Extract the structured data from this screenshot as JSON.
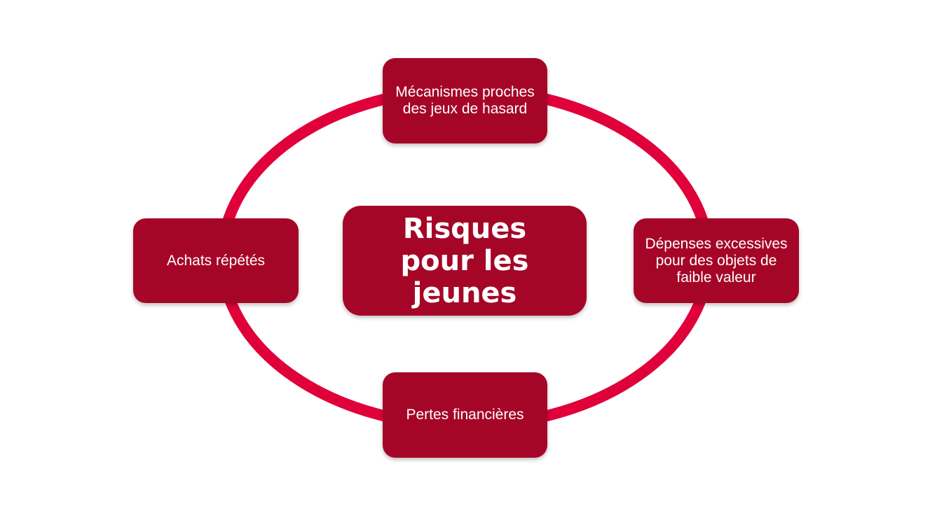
{
  "diagram": {
    "center": "Risques pour les jeunes",
    "nodes": {
      "top": "Mécanismes proches des jeux de hasard",
      "right": "Dépenses excessives pour des objets de faible valeur",
      "bottom": "Pertes financières",
      "left": "Achats répétés"
    },
    "colors": {
      "ring": "#e0003a",
      "box": "#a50628",
      "text": "#ffffff"
    }
  }
}
